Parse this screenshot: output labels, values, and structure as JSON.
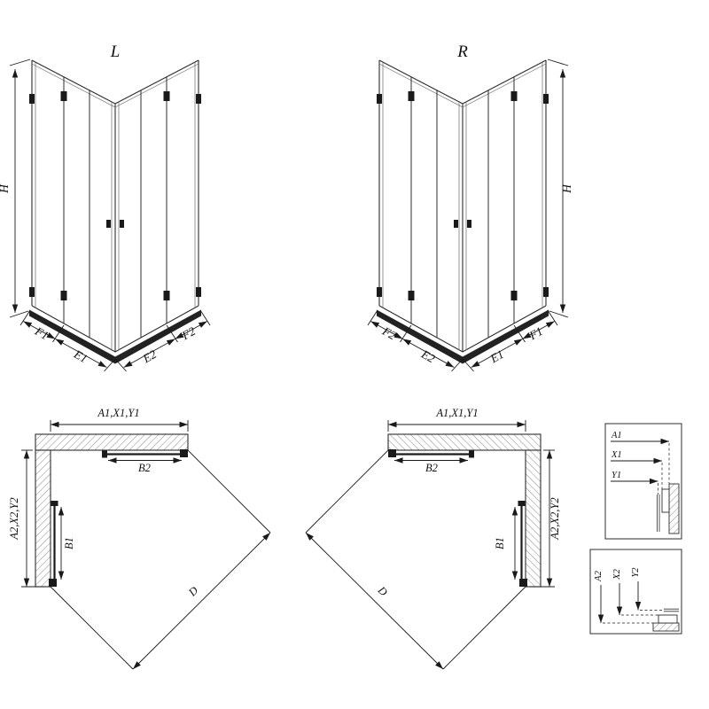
{
  "page": {
    "background": "#ffffff",
    "line_color": "#2d2d2d"
  },
  "views_3d": {
    "left": {
      "title": "L",
      "height_label": "H",
      "bottom_labels": [
        "F1",
        "E1",
        "E2",
        "F2"
      ]
    },
    "right": {
      "title": "R",
      "height_label": "H",
      "bottom_labels": [
        "F2",
        "E2",
        "E1",
        "F1"
      ]
    }
  },
  "plan_views": {
    "left": {
      "width_label": "A1,X1,Y1",
      "depth_label": "A2,X2,Y2",
      "top_door_label": "B2",
      "side_door_label": "B1",
      "diagonal_label": "D"
    },
    "right": {
      "width_label": "A1,X1,Y1",
      "depth_label": "A2,X2,Y2",
      "top_door_label": "B2",
      "side_door_label": "B1",
      "diagonal_label": "D"
    }
  },
  "detail_legends": {
    "width_box": {
      "labels": [
        "A1",
        "X1",
        "Y1"
      ]
    },
    "depth_box": {
      "labels": [
        "A2",
        "X2",
        "Y2"
      ]
    }
  }
}
